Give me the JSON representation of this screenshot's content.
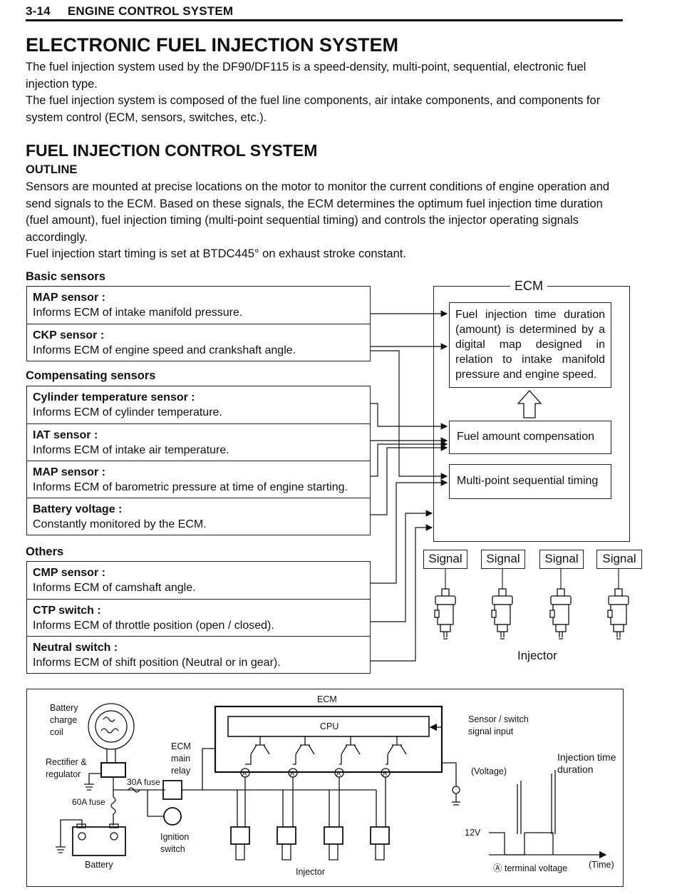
{
  "header": {
    "page_number": "3-14",
    "section": "ENGINE CONTROL SYSTEM"
  },
  "title": "ELECTRONIC FUEL INJECTION SYSTEM",
  "intro": [
    "The fuel injection system used by the DF90/DF115 is a speed-density, multi-point, sequential, electronic fuel injection type.",
    "The fuel injection system is composed of the fuel line components, air intake components, and components for system control (ECM, sensors, switches, etc.)."
  ],
  "section2": {
    "title": "FUEL INJECTION CONTROL SYSTEM",
    "subtitle": "OUTLINE",
    "paragraphs": [
      "Sensors are mounted at precise locations on the motor to monitor the current conditions of engine operation and send signals to the ECM. Based on these signals, the ECM determines the optimum fuel injection time duration (fuel amount), fuel injection timing (multi-point sequential timing) and controls the injector operating signals accordingly.",
      "Fuel injection start timing is set at BTDC445° on exhaust stroke constant."
    ]
  },
  "block_diagram": {
    "basic_title": "Basic sensors",
    "basic": [
      {
        "title": "MAP sensor :",
        "desc": "Informs ECM of intake manifold pressure."
      },
      {
        "title": "CKP sensor :",
        "desc": "Informs ECM of engine speed and crankshaft angle."
      }
    ],
    "comp_title": "Compensating sensors",
    "compensating": [
      {
        "title": "Cylinder temperature sensor :",
        "desc": "Informs ECM of cylinder temperature."
      },
      {
        "title": "IAT sensor :",
        "desc": "Informs ECM of intake air temperature."
      },
      {
        "title": "MAP sensor :",
        "desc": "Informs ECM of barometric pressure at time of engine starting."
      },
      {
        "title": "Battery voltage :",
        "desc": "Constantly monitored by the ECM."
      }
    ],
    "others_title": "Others",
    "others": [
      {
        "title": "CMP sensor :",
        "desc": "Informs ECM of camshaft angle."
      },
      {
        "title": "CTP switch :",
        "desc": "Informs ECM of throttle position (open / closed)."
      },
      {
        "title": "Neutral switch :",
        "desc": "Informs ECM of shift position (Neutral or in gear)."
      }
    ],
    "ecm_label": "ECM",
    "ecm_box1": "Fuel injection time duration (amount) is determined by a digital map designed in relation to intake manifold pressure and engine speed.",
    "ecm_box2": "Fuel amount compensation",
    "ecm_box3": "Multi-point sequential timing",
    "signals": [
      "Signal",
      "Signal",
      "Signal",
      "Signal"
    ],
    "injector_label": "Injector"
  },
  "circuit": {
    "battery_charge_coil": [
      "Battery",
      "charge",
      "coil"
    ],
    "rectifier": [
      "Rectifier &",
      "regulator"
    ],
    "fuse30": "30A fuse",
    "fuse60": "60A fuse",
    "battery": "Battery",
    "ecm_main_relay": [
      "ECM",
      "main",
      "relay"
    ],
    "ignition_switch": [
      "Ignition",
      "switch"
    ],
    "ecm": "ECM",
    "cpu": "CPU",
    "sensor_input": [
      "Sensor / switch",
      "signal input"
    ],
    "injector": "Injector",
    "voltage": "(Voltage)",
    "injection_time": [
      "Injection time",
      "duration"
    ],
    "v12": "12V",
    "terminal_voltage": "Ⓐ terminal voltage",
    "time": "(Time)",
    "terminal_mark": "A"
  }
}
